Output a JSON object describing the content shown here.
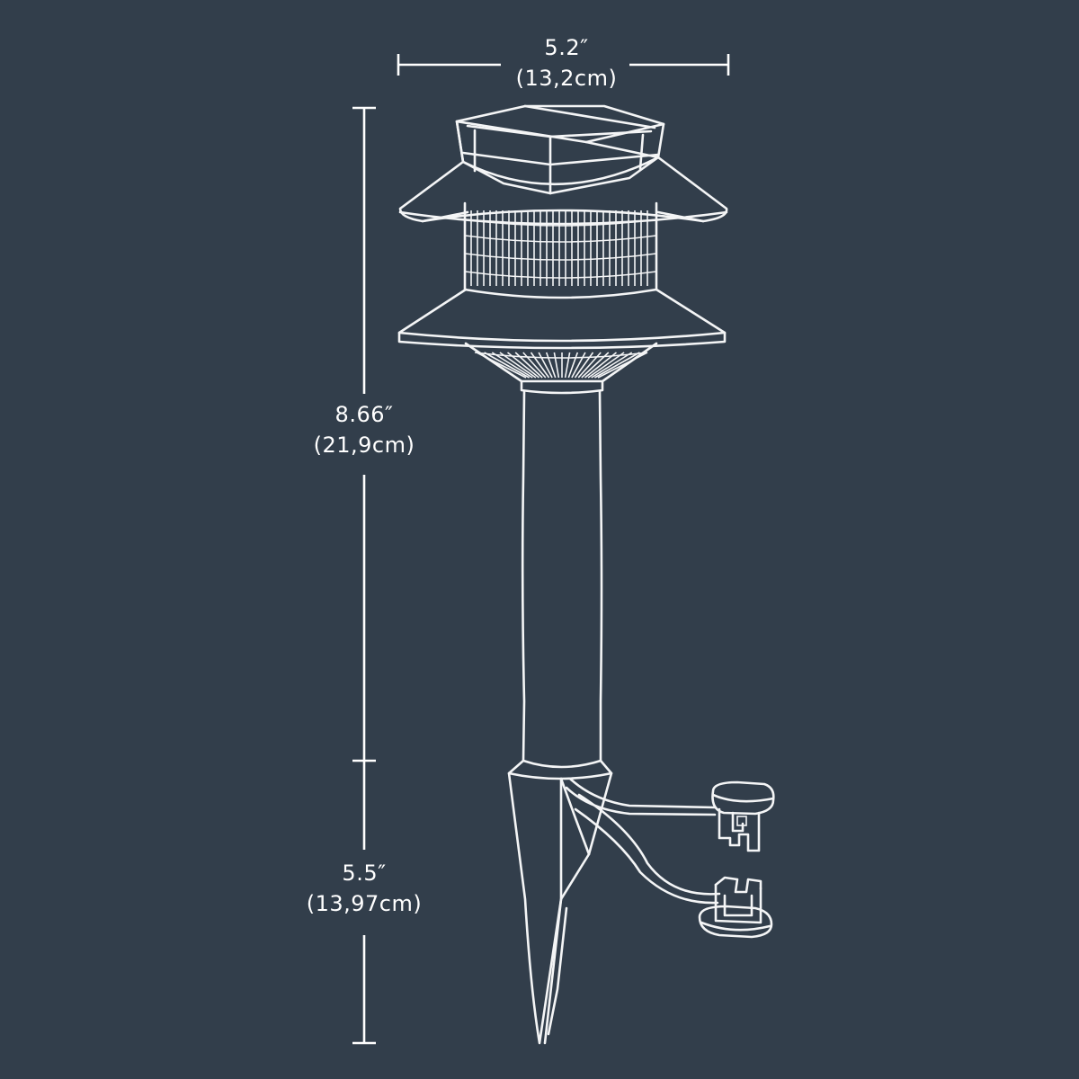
{
  "dimensions": {
    "width": {
      "imperial": "5.2″",
      "metric": "(13,2cm)"
    },
    "total_height": {
      "imperial": "8.66″",
      "metric": "(21,9cm)"
    },
    "stake_length": {
      "imperial": "5.5″",
      "metric": "(13,97cm)"
    }
  },
  "colors": {
    "background": "#323e4b",
    "line": "#f4f5f6"
  },
  "icons": {
    "product": "solar-path-light-icon",
    "clip_upper": "stake-clip-icon",
    "clip_lower": "stake-clip-icon"
  }
}
